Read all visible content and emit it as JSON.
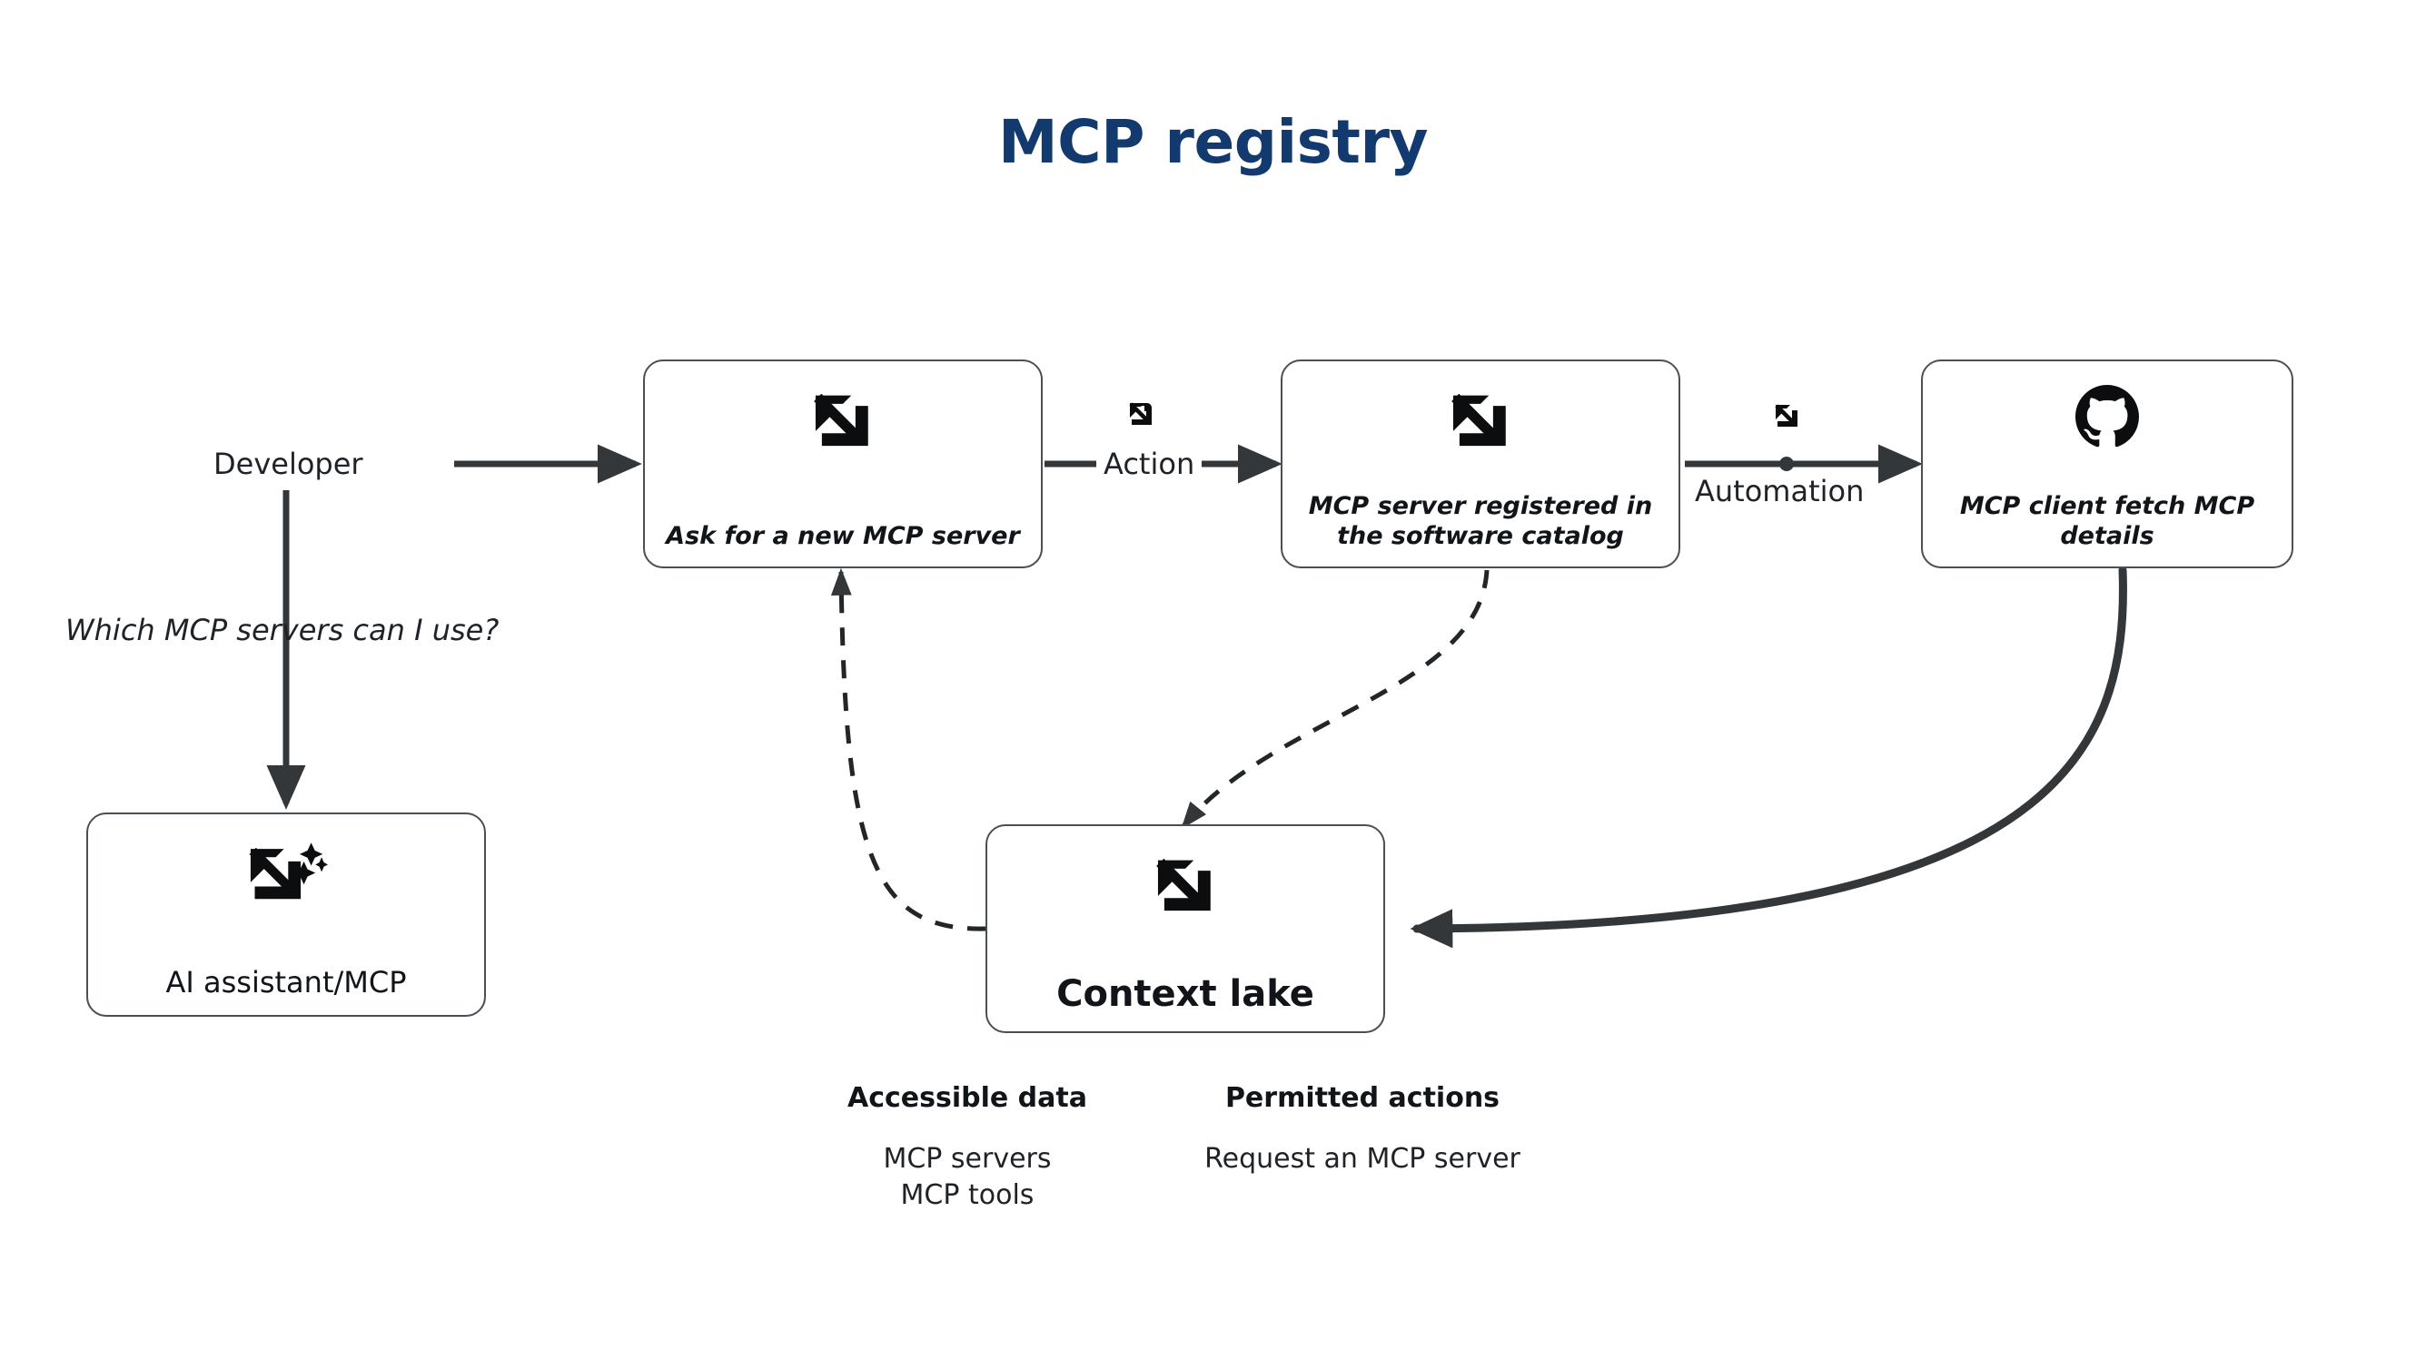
{
  "page": {
    "title": "MCP registry",
    "title_color": "#123a6e",
    "background": "#ffffff",
    "node_border_color": "#4a4f55",
    "edge_color": "#333739"
  },
  "actors": {
    "developer_label": "Developer",
    "developer_question": "Which MCP servers can I use?"
  },
  "nodes": [
    {
      "id": "ai-assistant",
      "label": "AI assistant/MCP",
      "icon": "mcp-sparkle-icon",
      "style": "plain"
    },
    {
      "id": "ask-new-mcp-server",
      "label": "Ask for a new MCP server",
      "icon": "mcp-icon",
      "style": "italic"
    },
    {
      "id": "mcp-server-registered",
      "label": "MCP server registered in the software catalog",
      "icon": "mcp-icon",
      "style": "italic"
    },
    {
      "id": "mcp-client-fetch",
      "label": "MCP client fetch MCP details",
      "icon": "github-icon",
      "style": "italic"
    },
    {
      "id": "context-lake",
      "label": "Context lake",
      "icon": "mcp-icon",
      "style": "big"
    }
  ],
  "edges": [
    {
      "id": "developer-to-ask",
      "label": "",
      "icon": "",
      "style": "solid"
    },
    {
      "id": "developer-to-ai",
      "label": "",
      "icon": "",
      "style": "solid"
    },
    {
      "id": "ask-to-registered",
      "label": "Action",
      "icon": "mcp-icon",
      "style": "solid"
    },
    {
      "id": "registered-to-client",
      "label": "Automation",
      "icon": "mcp-icon",
      "style": "solid"
    },
    {
      "id": "client-to-context-lake",
      "label": "",
      "icon": "",
      "style": "solid-thick"
    },
    {
      "id": "registered-to-context-lake",
      "label": "",
      "icon": "",
      "style": "dashed"
    },
    {
      "id": "context-lake-to-ask",
      "label": "",
      "icon": "",
      "style": "dashed"
    }
  ],
  "legend": {
    "accessible_data": {
      "heading": "Accessible data",
      "items": [
        "MCP servers",
        "MCP tools"
      ]
    },
    "permitted_actions": {
      "heading": "Permitted actions",
      "items": [
        "Request an MCP server"
      ]
    }
  }
}
